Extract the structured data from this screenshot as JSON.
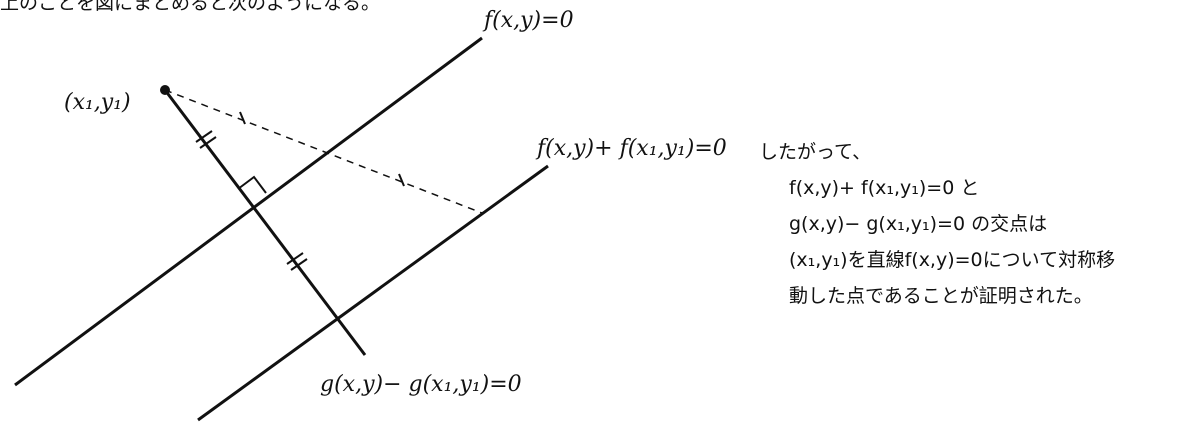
{
  "top_text": "上のことを図にまとめると次のようになる。",
  "labels": {
    "line_f": "f(x,y)=0",
    "line_f_shift": "f(x,y)+ f(x₁,y₁)=0",
    "line_g": "g(x,y)− g(x₁,y₁)=0",
    "point": "(x₁,y₁)"
  },
  "explanation": [
    "したがって、",
    "f(x,y)+ f(x₁,y₁)=0 と",
    "g(x,y)− g(x₁,y₁)=0 の交点は",
    "(x₁,y₁)を直線f(x,y)=0について対称移",
    "動した点であることが証明された。"
  ]
}
